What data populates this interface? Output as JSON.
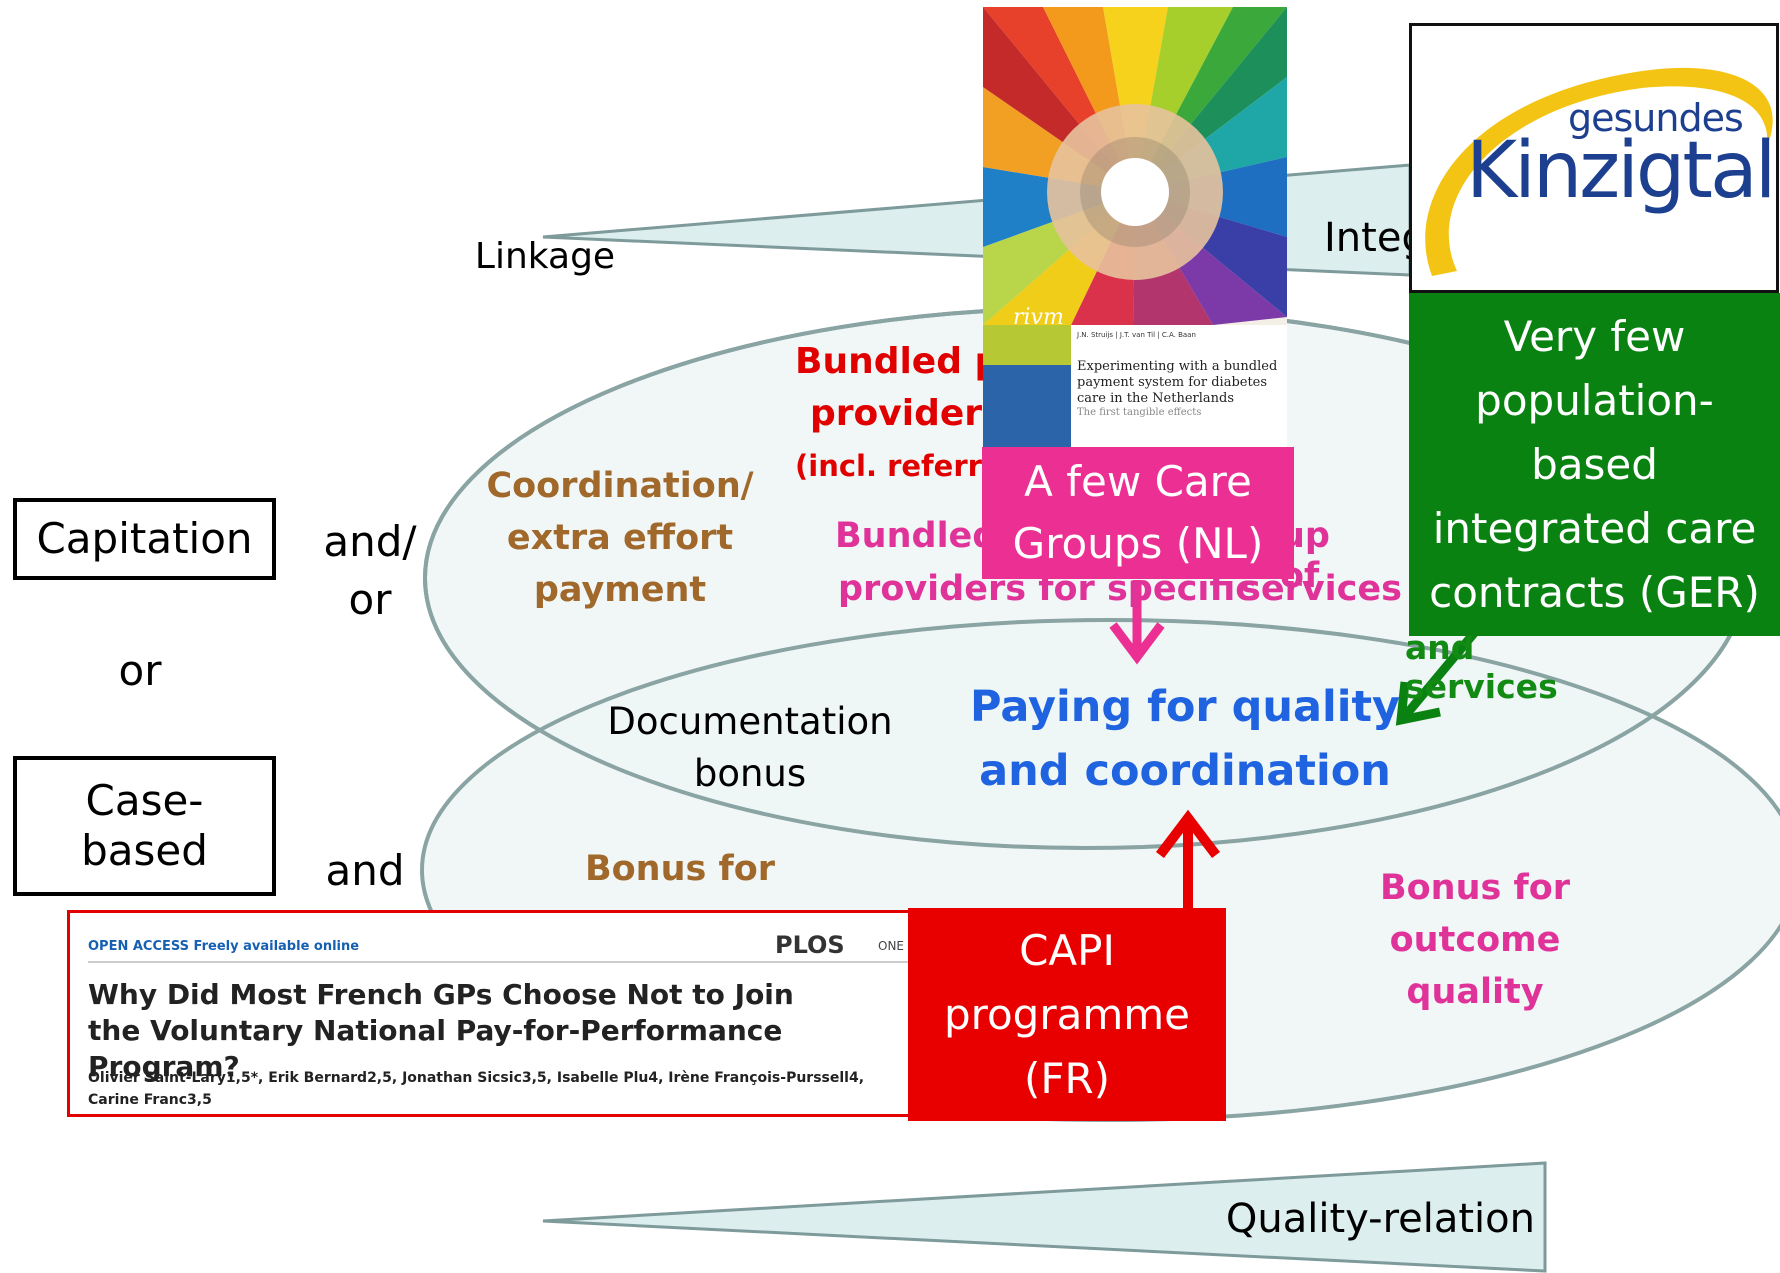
{
  "left_column": {
    "capitation": "Capitation",
    "and_or_1": "and/",
    "and_or_2": "or",
    "or": "or",
    "case_based_1": "Case-",
    "case_based_2": "based",
    "and": "and"
  },
  "wedges": {
    "linkage": "Linkage",
    "integration_partial": "Integ",
    "quality_relation": "Quality-relation"
  },
  "ellipse_labels": {
    "bundled_payment_1": "Bundled pa",
    "bundled_payment_2": "provider a",
    "bundled_payment_3": "(incl. referra",
    "coordination_1": "Coordination/",
    "coordination_2": "extra effort",
    "coordination_3": "payment",
    "bundled_group_left": "Bundled",
    "bundled_group_right": "up of",
    "bundled_group_line2_left": "providers for specific",
    "bundled_group_line2_right": "services",
    "and_services": "and services",
    "documentation_1": "Documentation",
    "documentation_2": "bonus",
    "paying_1": "Paying for quality",
    "paying_2": "and coordination",
    "bonus_for": "Bonus for",
    "bonus_outcome_1": "Bonus for",
    "bonus_outcome_2": "outcome",
    "bonus_outcome_3": "quality"
  },
  "callouts": {
    "care_groups_1": "A  few Care",
    "care_groups_2": "Groups (NL)",
    "ger_1": "Very few",
    "ger_2": "population-",
    "ger_3": "based",
    "ger_4": "integrated care",
    "ger_5": "contracts (GER)",
    "capi_1": "CAPI",
    "capi_2": "programme",
    "capi_3": "(FR)"
  },
  "cover": {
    "brand": "rivm",
    "authors": "J.N. Struijs | J.T. van Til | C.A. Baan",
    "title": "Experimenting with a bundled payment system for diabetes care in the Netherlands",
    "subtitle": "The first tangible effects"
  },
  "logo": {
    "line1": "gesundes",
    "line2": "Kinzigtal"
  },
  "plos": {
    "open_access": "OPEN ACCESS Freely available online",
    "brand": "PLOS",
    "one": "ONE",
    "title": "Why Did Most French GPs Choose Not to Join the Voluntary National Pay-for-Performance Program?",
    "authors": "Olivier Saint-Lary1,5*, Erik Bernard2,5, Jonathan Sicsic3,5, Isabelle Plu4, Irène François-Purssell4, Carine Franc3,5"
  },
  "colors": {
    "ellipse_fill": "#eef6f6",
    "ellipse_stroke": "#8aa3a3",
    "wedge_fill": "#dceeee",
    "red_text": "#e00000",
    "brown_text": "#a0682a",
    "pink_text": "#e0339a",
    "blue_text": "#1f63e0",
    "green_text": "#138a13",
    "pink_box": "#ec2f92",
    "green_box": "#0a8212",
    "red_box": "#e80000"
  }
}
